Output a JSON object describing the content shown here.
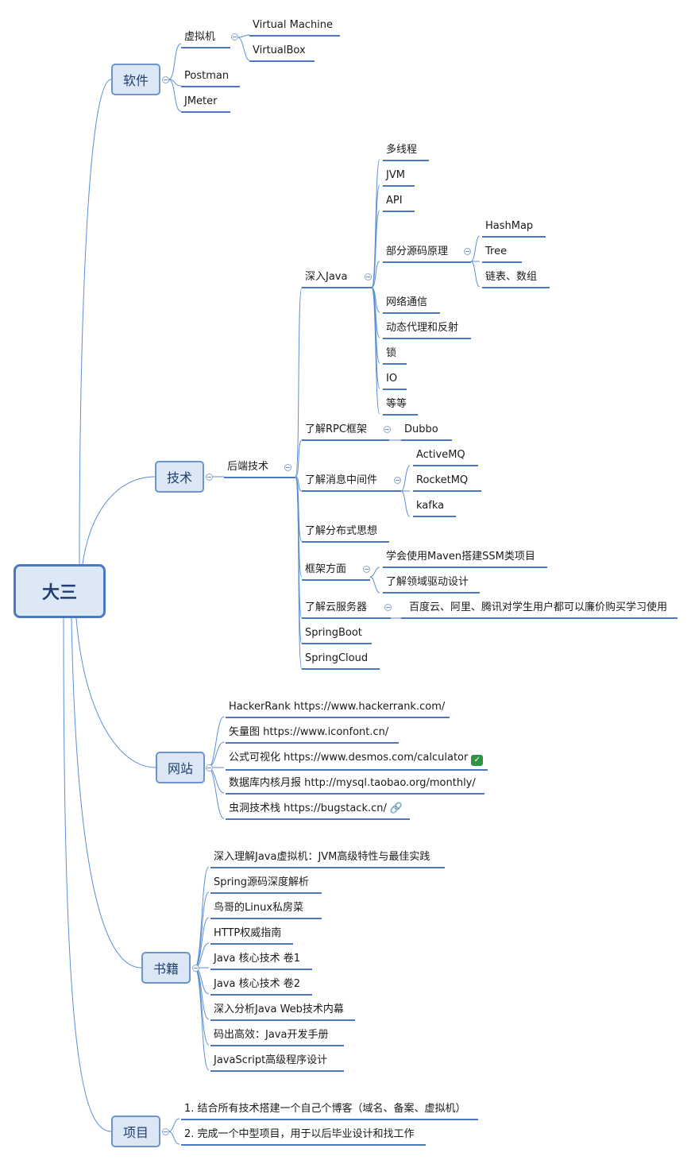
{
  "root": "大三",
  "branches": {
    "software": {
      "label": "软件",
      "vm": "虚拟机",
      "vm_children": [
        "Virtual Machine",
        "VirtualBox"
      ],
      "postman": "Postman",
      "jmeter": "JMeter"
    },
    "tech": {
      "label": "技术",
      "backend": "后端技术",
      "java": "深入Java",
      "java_children": [
        "多线程",
        "JVM",
        "API",
        "部分源码原理",
        "网络通信",
        "动态代理和反射",
        "锁",
        "IO",
        "等等"
      ],
      "source_children": [
        "HashMap",
        "Tree",
        "链表、数组"
      ],
      "rpc": "了解RPC框架",
      "rpc_children": [
        "Dubbo"
      ],
      "mq": "了解消息中间件",
      "mq_children": [
        "ActiveMQ",
        "RocketMQ",
        "kafka"
      ],
      "distributed": "了解分布式思想",
      "framework": "框架方面",
      "framework_children": [
        "学会使用Maven搭建SSM类项目",
        "了解领域驱动设计"
      ],
      "cloud": "了解云服务器",
      "cloud_children": [
        "百度云、阿里、腾讯对学生用户都可以廉价购买学习使用"
      ],
      "springboot": "SpringBoot",
      "springcloud": "SpringCloud"
    },
    "websites": {
      "label": "网站",
      "items": [
        "HackerRank https://www.hackerrank.com/",
        "矢量图 https://www.iconfont.cn/",
        "公式可视化 https://www.desmos.com/calculator",
        "数据库内核月报 http://mysql.taobao.org/monthly/",
        "虫洞技术栈 https://bugstack.cn/"
      ],
      "icons": {
        "calculator": "desmos-app-icon",
        "bugstack": "link-icon"
      }
    },
    "books": {
      "label": "书籍",
      "items": [
        "深入理解Java虚拟机：JVM高级特性与最佳实践",
        "Spring源码深度解析",
        "鸟哥的Linux私房菜",
        "HTTP权威指南",
        "Java 核心技术 卷1",
        "Java 核心技术 卷2",
        "深入分析Java Web技术内幕",
        "码出高效：Java开发手册",
        "JavaScript高级程序设计"
      ]
    },
    "projects": {
      "label": "项目",
      "items": [
        "1. 结合所有技术搭建一个自己个博客（域名、备案、虚拟机）",
        "2. 完成一个中型项目，用于以后毕业设计和找工作"
      ]
    }
  },
  "colors": {
    "line": "#5b8ed6",
    "node_fill": "#dce7f5",
    "node_border": "#6e94cc",
    "underline": "#4a78c2"
  }
}
